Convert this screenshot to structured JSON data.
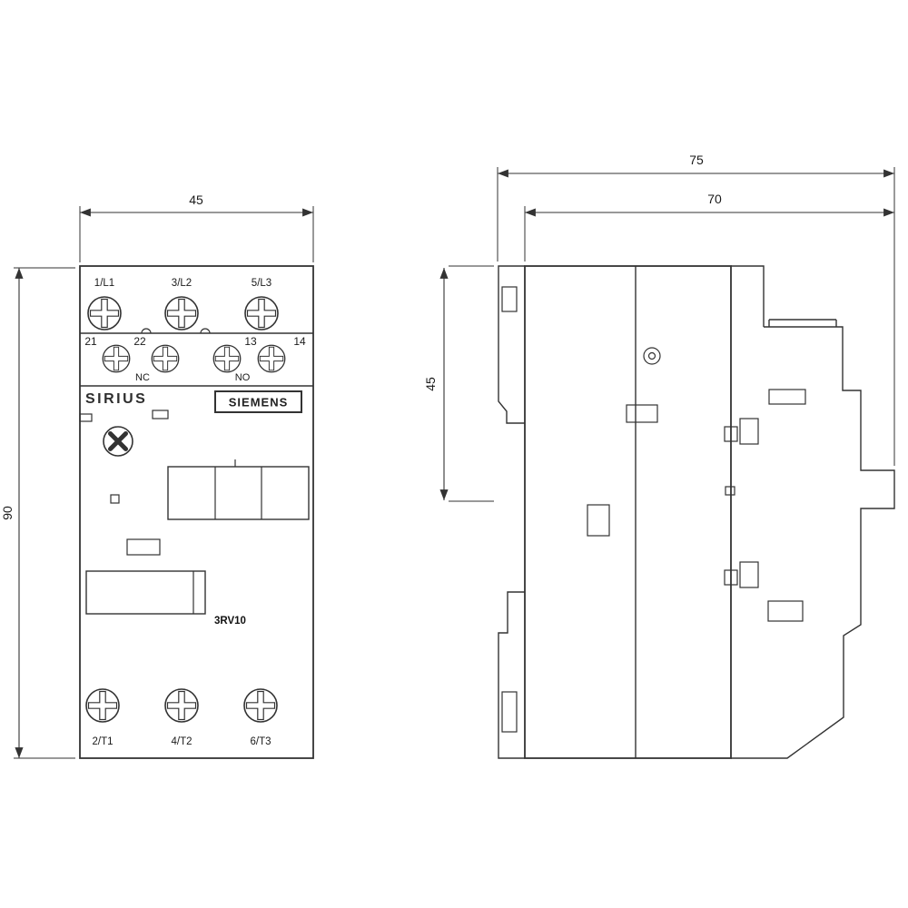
{
  "drawing": {
    "kind": "dimensional-line-drawing",
    "line_color": "#333333",
    "background_color": "#ffffff"
  },
  "front_view": {
    "width_dim": "45",
    "height_dim": "90",
    "line_terminals": [
      "1/L1",
      "3/L2",
      "5/L3"
    ],
    "aux_terminals": [
      "21",
      "22",
      "13",
      "14"
    ],
    "aux_nc": "NC",
    "aux_no": "NO",
    "brand": "SIRIUS",
    "manufacturer_logo": "SIEMENS",
    "model": "3RV10",
    "load_terminals": [
      "2/T1",
      "4/T2",
      "6/T3"
    ]
  },
  "side_view": {
    "overall_depth_dim": "75",
    "body_depth_dim": "70",
    "rail_section_height_dim": "45"
  }
}
